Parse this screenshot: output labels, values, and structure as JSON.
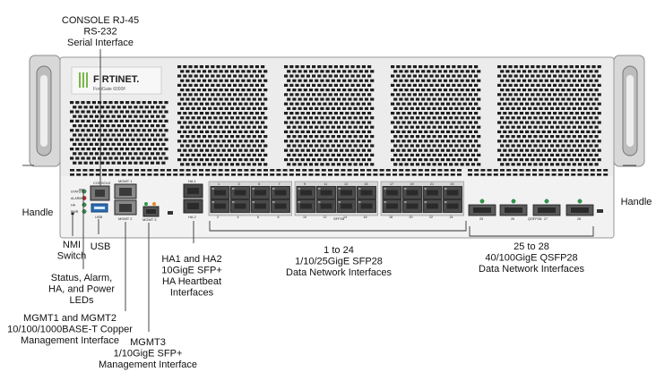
{
  "brand": {
    "name": "F RTINET.",
    "model": "FortiGate 6000F"
  },
  "panel": {
    "console": "CONSOLE",
    "usb": "USB",
    "mgmt1": "MGMT 1",
    "mgmt2": "MGMT 2",
    "mgmt3": "MGMT 3",
    "ha1": "HA 1",
    "ha2": "HA 2",
    "sfp28": "SFP28",
    "qsfp28": "QSFP28",
    "leds": [
      "STATUS",
      "ALARM",
      "HA",
      "PWR"
    ],
    "sfp_top_numbers": [
      "1",
      "3",
      "5",
      "7",
      "9",
      "11",
      "13",
      "15",
      "17",
      "19",
      "21",
      "23"
    ],
    "sfp_bottom_numbers": [
      "2",
      "4",
      "6",
      "8",
      "10",
      "12",
      "14",
      "16",
      "18",
      "20",
      "22",
      "24"
    ],
    "qsfp_numbers": [
      "25",
      "26",
      "27",
      "28"
    ]
  },
  "callouts": {
    "console": [
      "CONSOLE RJ-45",
      "RS-232",
      "Serial Interface"
    ],
    "handle_left": [
      "Handle"
    ],
    "handle_right": [
      "Handle"
    ],
    "nmi": [
      "NMI",
      "Switch"
    ],
    "usb": [
      "USB"
    ],
    "leds": [
      "Status, Alarm,",
      "HA, and Power",
      "LEDs"
    ],
    "mgmt12": [
      "MGMT1 and MGMT2",
      "10/100/1000BASE-T Copper",
      "Management Interface"
    ],
    "mgmt3": [
      "MGMT3",
      "1/10GigE SFP+",
      "Management Interface"
    ],
    "ha": [
      "HA1 and HA2",
      "10GigE SFP+",
      "HA Heartbeat",
      "Interfaces"
    ],
    "sfp28": [
      "1 to 24",
      "1/10/25GigE SFP28",
      "Data Network Interfaces"
    ],
    "qsfp28": [
      "25 to 28",
      "40/100GigE QSFP28",
      "Data Network Interfaces"
    ]
  },
  "colors": {
    "chassis": "#ececec",
    "vent": "#1e1e1e",
    "port": "#4a4a4a",
    "led_green": "#2f9a46",
    "led_red": "#c82c24",
    "brand_bar": "#7ab648",
    "usb_blue": "#2a6fb8",
    "mgmt3_orange": "#e88a1c"
  }
}
